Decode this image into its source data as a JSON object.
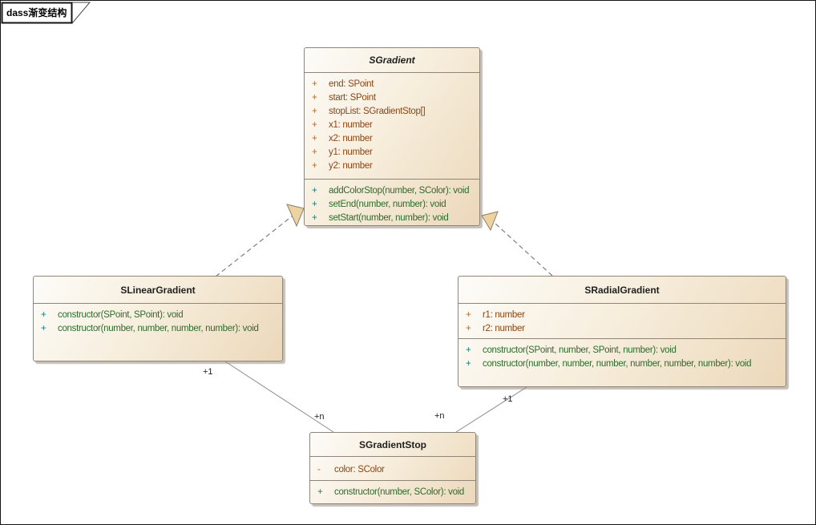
{
  "frame": {
    "label": "dass渐变结构"
  },
  "colors": {
    "box_fill_light": "#fdfcf9",
    "box_fill_dark": "#ecd8ba",
    "box_border": "#8f8579",
    "attribute_text": "#8a4615",
    "attribute_sign": "#b06a2a",
    "method_text": "#2d6b2d",
    "method_sign": "#117d74",
    "connector_line": "#7f7f7f",
    "triangle_fill": "#edd2a2"
  },
  "classes": {
    "sgradient": {
      "name": "SGradient",
      "abstract": true,
      "attributes": [
        {
          "sign": "+",
          "text": "end: SPoint"
        },
        {
          "sign": "+",
          "text": "start: SPoint"
        },
        {
          "sign": "+",
          "text": "stopList: SGradientStop[]"
        },
        {
          "sign": "+",
          "text": "x1: number"
        },
        {
          "sign": "+",
          "text": "x2: number"
        },
        {
          "sign": "+",
          "text": "y1: number"
        },
        {
          "sign": "+",
          "text": "y2: number"
        }
      ],
      "methods": [
        {
          "sign": "+",
          "text": "addColorStop(number, SColor): void"
        },
        {
          "sign": "+",
          "text": "setEnd(number, number): void"
        },
        {
          "sign": "+",
          "text": "setStart(number, number): void"
        }
      ]
    },
    "slineargradient": {
      "name": "SLinearGradient",
      "methods": [
        {
          "sign": "+",
          "text": "constructor(SPoint, SPoint): void"
        },
        {
          "sign": "+",
          "text": "constructor(number, number, number, number): void"
        }
      ]
    },
    "sradialgradient": {
      "name": "SRadialGradient",
      "attributes": [
        {
          "sign": "+",
          "text": "r1: number"
        },
        {
          "sign": "+",
          "text": "r2: number"
        }
      ],
      "methods": [
        {
          "sign": "+",
          "text": "constructor(SPoint, number, SPoint, number): void"
        },
        {
          "sign": "+",
          "text": "constructor(number, number, number, number, number, number): void"
        }
      ]
    },
    "sgradientstop": {
      "name": "SGradientStop",
      "attributes": [
        {
          "sign": "-",
          "text": "color: SColor"
        }
      ],
      "methods": [
        {
          "sign": "+",
          "text": "constructor(number, SColor): void"
        }
      ]
    }
  },
  "relationships": {
    "linear_to_stop": {
      "source_multiplicity": "+1",
      "target_multiplicity": "+n"
    },
    "radial_to_stop": {
      "source_multiplicity": "+1",
      "target_multiplicity": "+n"
    }
  }
}
